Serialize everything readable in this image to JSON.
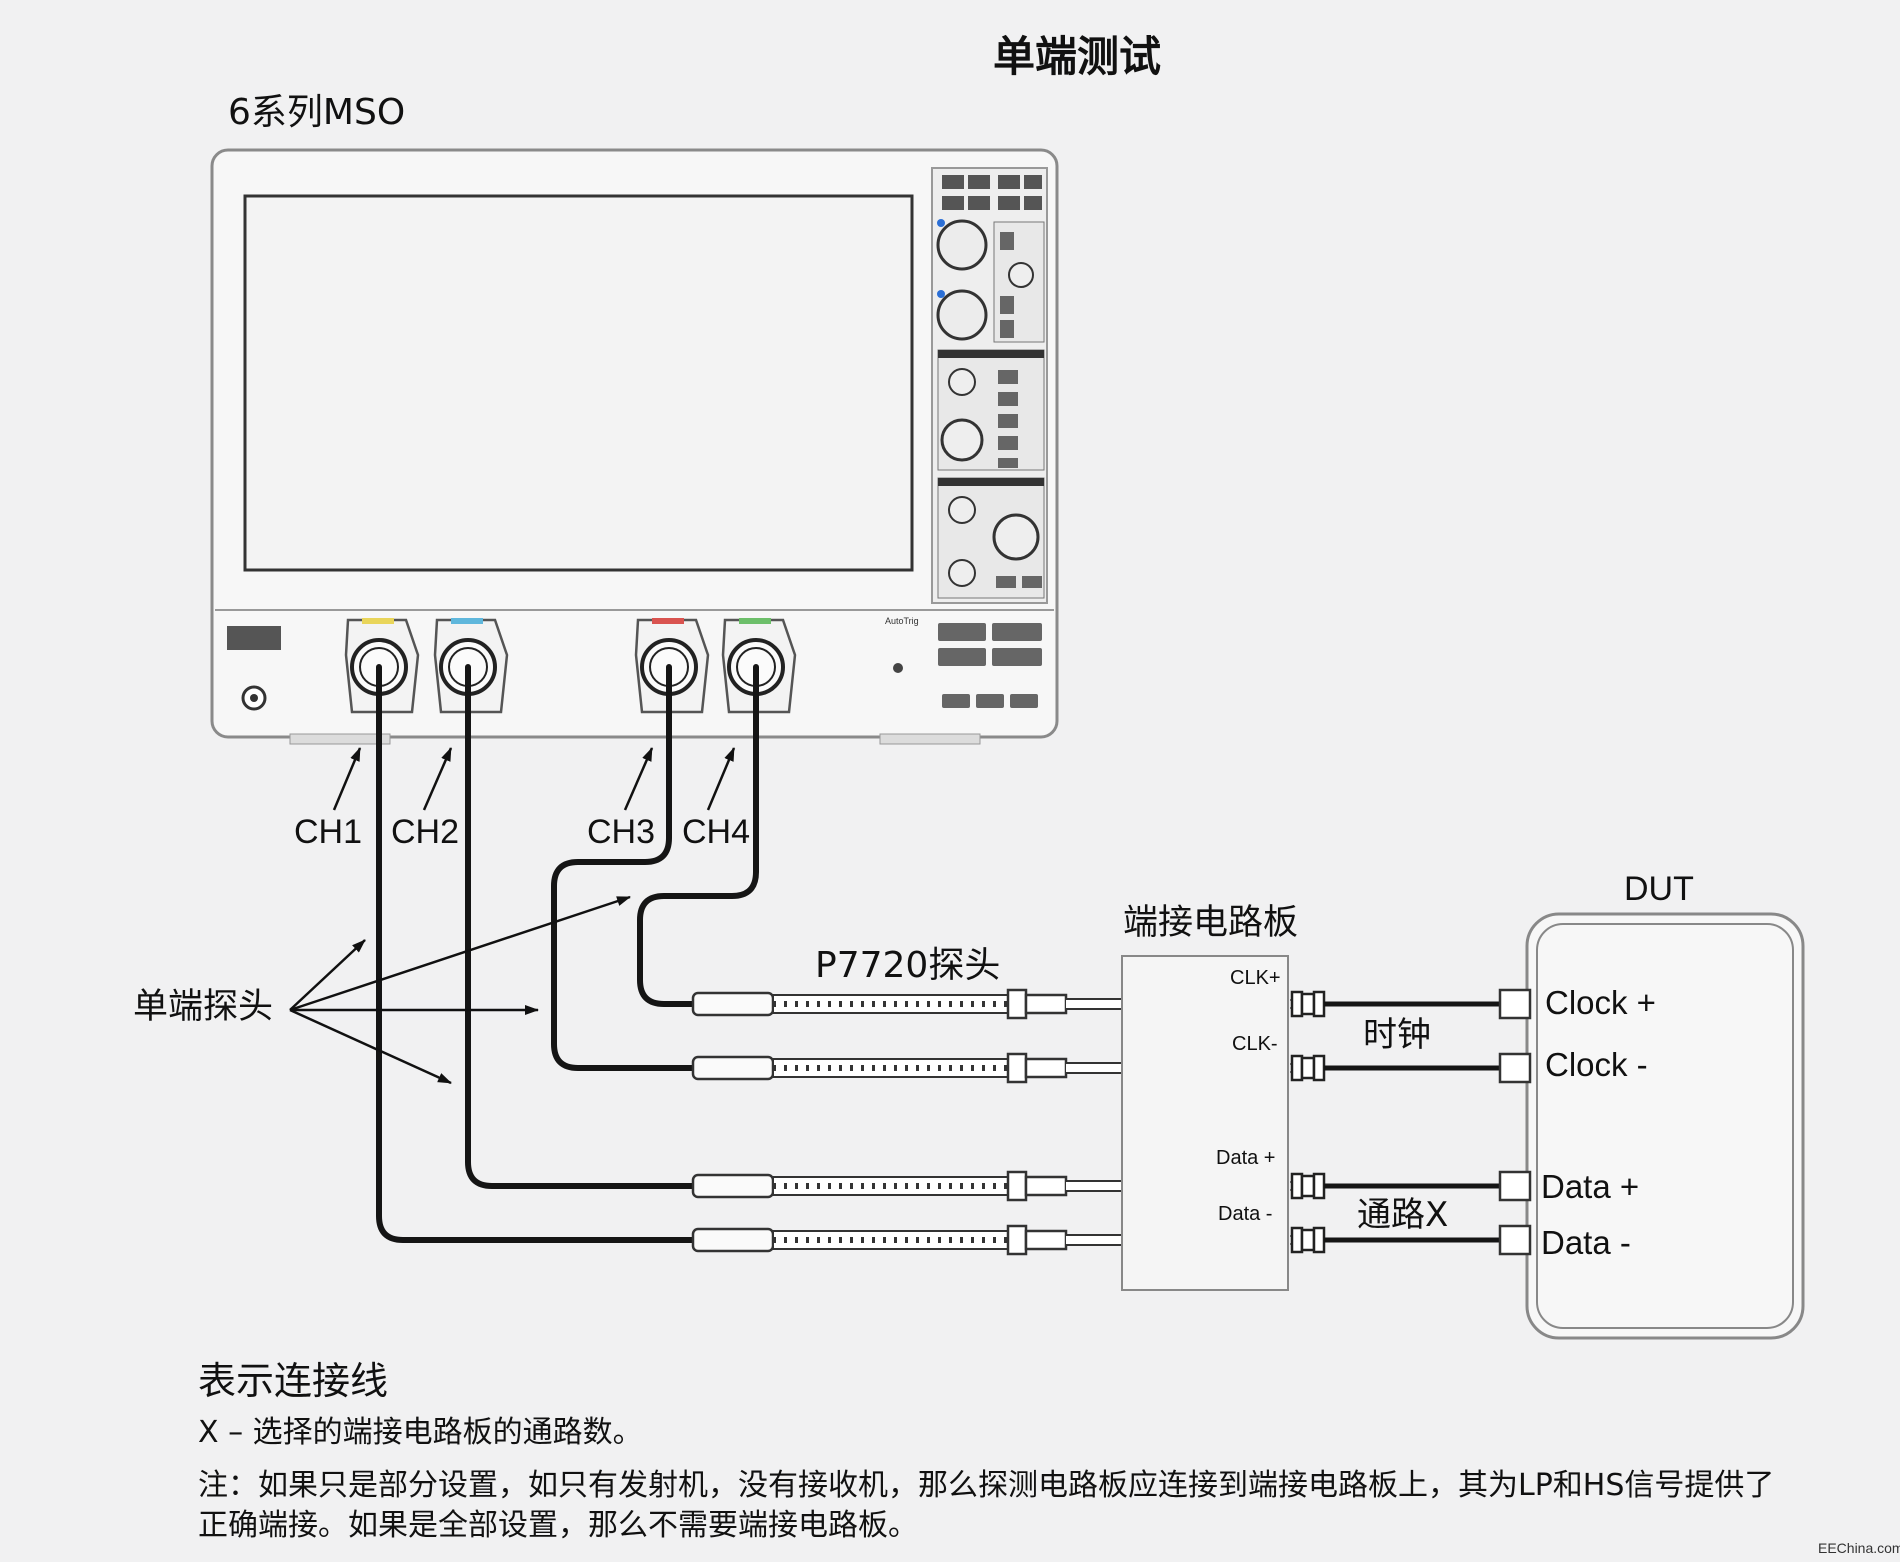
{
  "title": "单端测试",
  "oscilloscope": {
    "label": "6系列MSO"
  },
  "channels": [
    "CH1",
    "CH2",
    "CH3",
    "CH4"
  ],
  "probe_group_label": "单端探头",
  "probe_model_label": "P7720探头",
  "termination_board": {
    "title": "端接电路板",
    "pins": [
      "CLK+",
      "CLK-",
      "Data +",
      "Data -"
    ]
  },
  "dut": {
    "title": "DUT",
    "pins": [
      "Clock +",
      "Clock -",
      "Data +",
      "Data -"
    ]
  },
  "groups": {
    "clock": "时钟",
    "lane": "通路X"
  },
  "legend": {
    "title": "表示连接线",
    "x_note": "X – 选择的端接电路板的通路数。",
    "note": "注：如果只是部分设置，如只有发射机，没有接收机，那么探测电路板应连接到端接电路板上，其为LP和HS信号提供了正确端接。如果是全部设置，那么不需要端接电路板。"
  },
  "watermark": "EEChina.com",
  "colors": {
    "ch1": "#e9d55a",
    "ch2": "#5fb7dc",
    "ch3": "#d9534f",
    "ch4": "#6dbf6a",
    "cable": "#151515"
  }
}
